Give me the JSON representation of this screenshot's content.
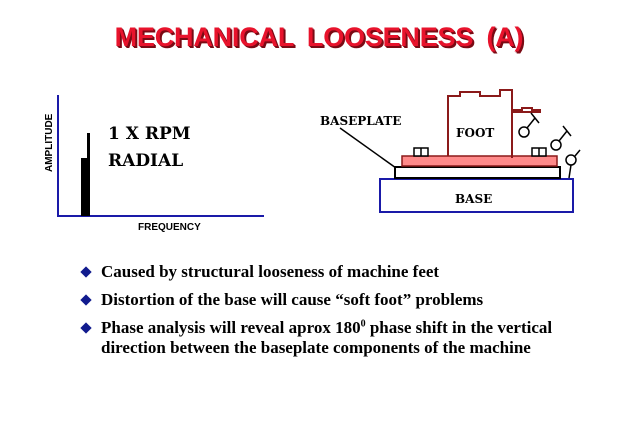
{
  "title": "MECHANICAL  LOOSENESS (A)",
  "spectrum": {
    "y_label": "AMPLITUDE",
    "x_label": "FREQUENCY",
    "peak_label_line1": "1 X RPM",
    "peak_label_line2": "RADIAL"
  },
  "machine": {
    "baseplate_label": "BASEPLATE",
    "foot_label": "FOOT",
    "base_label": "BASE"
  },
  "bullets": {
    "item1": "Caused by structural looseness of machine feet",
    "item2": "Distortion of the base will cause  “soft foot” problems",
    "item3_pre": "Phase analysis will reveal aprox 180",
    "item3_sup": "0",
    "item3_post": " phase shift in the vertical direction between the baseplate components of the machine"
  },
  "colors": {
    "title": "#e8132c",
    "axis": "#1a1aa8",
    "bullet": "#111b8e",
    "machine_outline": "#8b1a1a",
    "base_border": "#1a1aa8"
  }
}
